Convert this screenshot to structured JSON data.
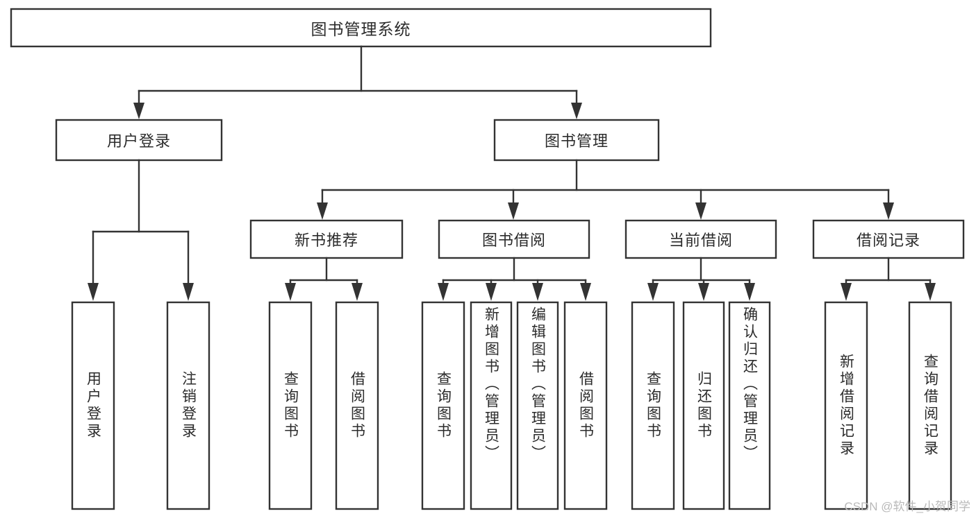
{
  "diagram": {
    "type": "tree-hierarchy",
    "title_node": {
      "label": "图书管理系统"
    },
    "level2": [
      {
        "label": "用户登录"
      },
      {
        "label": "图书管理"
      }
    ],
    "level3": [
      {
        "label": "新书推荐"
      },
      {
        "label": "图书借阅"
      },
      {
        "label": "当前借阅"
      },
      {
        "label": "借阅记录"
      }
    ],
    "leaves": [
      {
        "label": "用户登录",
        "parent": "用户登录"
      },
      {
        "label": "注销登录",
        "parent": "用户登录"
      },
      {
        "label": "查询图书",
        "parent": "新书推荐"
      },
      {
        "label": "借阅图书",
        "parent": "新书推荐"
      },
      {
        "label": "查询图书",
        "parent": "图书借阅"
      },
      {
        "label": "新增图书（管理员）",
        "parent": "图书借阅"
      },
      {
        "label": "编辑图书（管理员）",
        "parent": "图书借阅"
      },
      {
        "label": "借阅图书",
        "parent": "图书借阅"
      },
      {
        "label": "查询图书",
        "parent": "当前借阅"
      },
      {
        "label": "归还图书",
        "parent": "当前借阅"
      },
      {
        "label": "确认归还（管理员）",
        "parent": "当前借阅"
      },
      {
        "label": "新增借阅记录",
        "parent": "借阅记录"
      },
      {
        "label": "查询借阅记录",
        "parent": "借阅记录"
      }
    ],
    "watermark": "CSDN @软件_小贺同学",
    "colors": {
      "stroke": "#333333",
      "box_fill": "#ffffff",
      "text": "#2b2b2b",
      "background": "#ffffff",
      "watermark": "#b9b9b9"
    }
  }
}
